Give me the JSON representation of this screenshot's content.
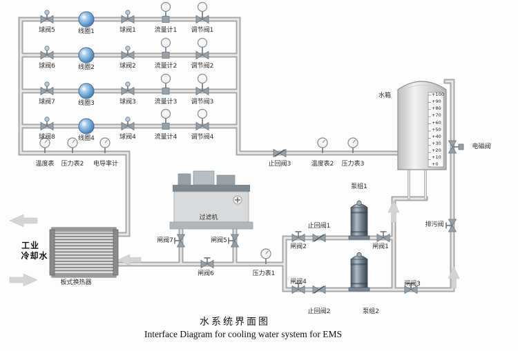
{
  "title": {
    "cn": "水系统界面图",
    "en": "Interface Diagram for cooling water system for EMS"
  },
  "rows": [
    {
      "ball_left": "球阀5",
      "coil": "线圈1",
      "ball_right": "球阀1",
      "flow": "流量计1",
      "reg": "调节阀1"
    },
    {
      "ball_left": "球阀6",
      "coil": "线圈2",
      "ball_right": "球阀2",
      "flow": "流量计2",
      "reg": "调节阀2"
    },
    {
      "ball_left": "球阀7",
      "coil": "线圈3",
      "ball_right": "球阀3",
      "flow": "流量计3",
      "reg": "调节阀3"
    },
    {
      "ball_left": "球阀8",
      "coil": "线圈4",
      "ball_right": "球阀4",
      "flow": "流量计4",
      "reg": "调节阀4"
    }
  ],
  "left_sensors": {
    "temp": "温度表",
    "pressure2": "压力表2",
    "conductivity": "电导率计"
  },
  "supply_line": {
    "check3": "止回阀3",
    "temp2": "温度表2",
    "pressure3": "压力表3"
  },
  "tank": {
    "label": "水箱",
    "scale": [
      "+100",
      "+90",
      "+80",
      "+70",
      "+60",
      "+50",
      "+40",
      "+30",
      "+20",
      "+10",
      "+0"
    ]
  },
  "right_line": {
    "solenoid": "电磁阀",
    "blowdown": "排污阀"
  },
  "filter": {
    "label": "过滤机",
    "gate7": "闸阀7",
    "gate5": "闸阀5"
  },
  "exchanger": {
    "label": "板式换热器",
    "water_line1": "工业",
    "water_line2": "冷却水"
  },
  "pump_circuit": {
    "gate6": "闸阀6",
    "pressure1": "压力表1",
    "gate2": "闸阀2",
    "check1": "止回阀1",
    "pump1": "泵组1",
    "gate1": "闸阀1",
    "gate4": "闸阀4",
    "check2": "止回阀2",
    "pump2": "泵组2",
    "gate3": "闸阀3"
  }
}
